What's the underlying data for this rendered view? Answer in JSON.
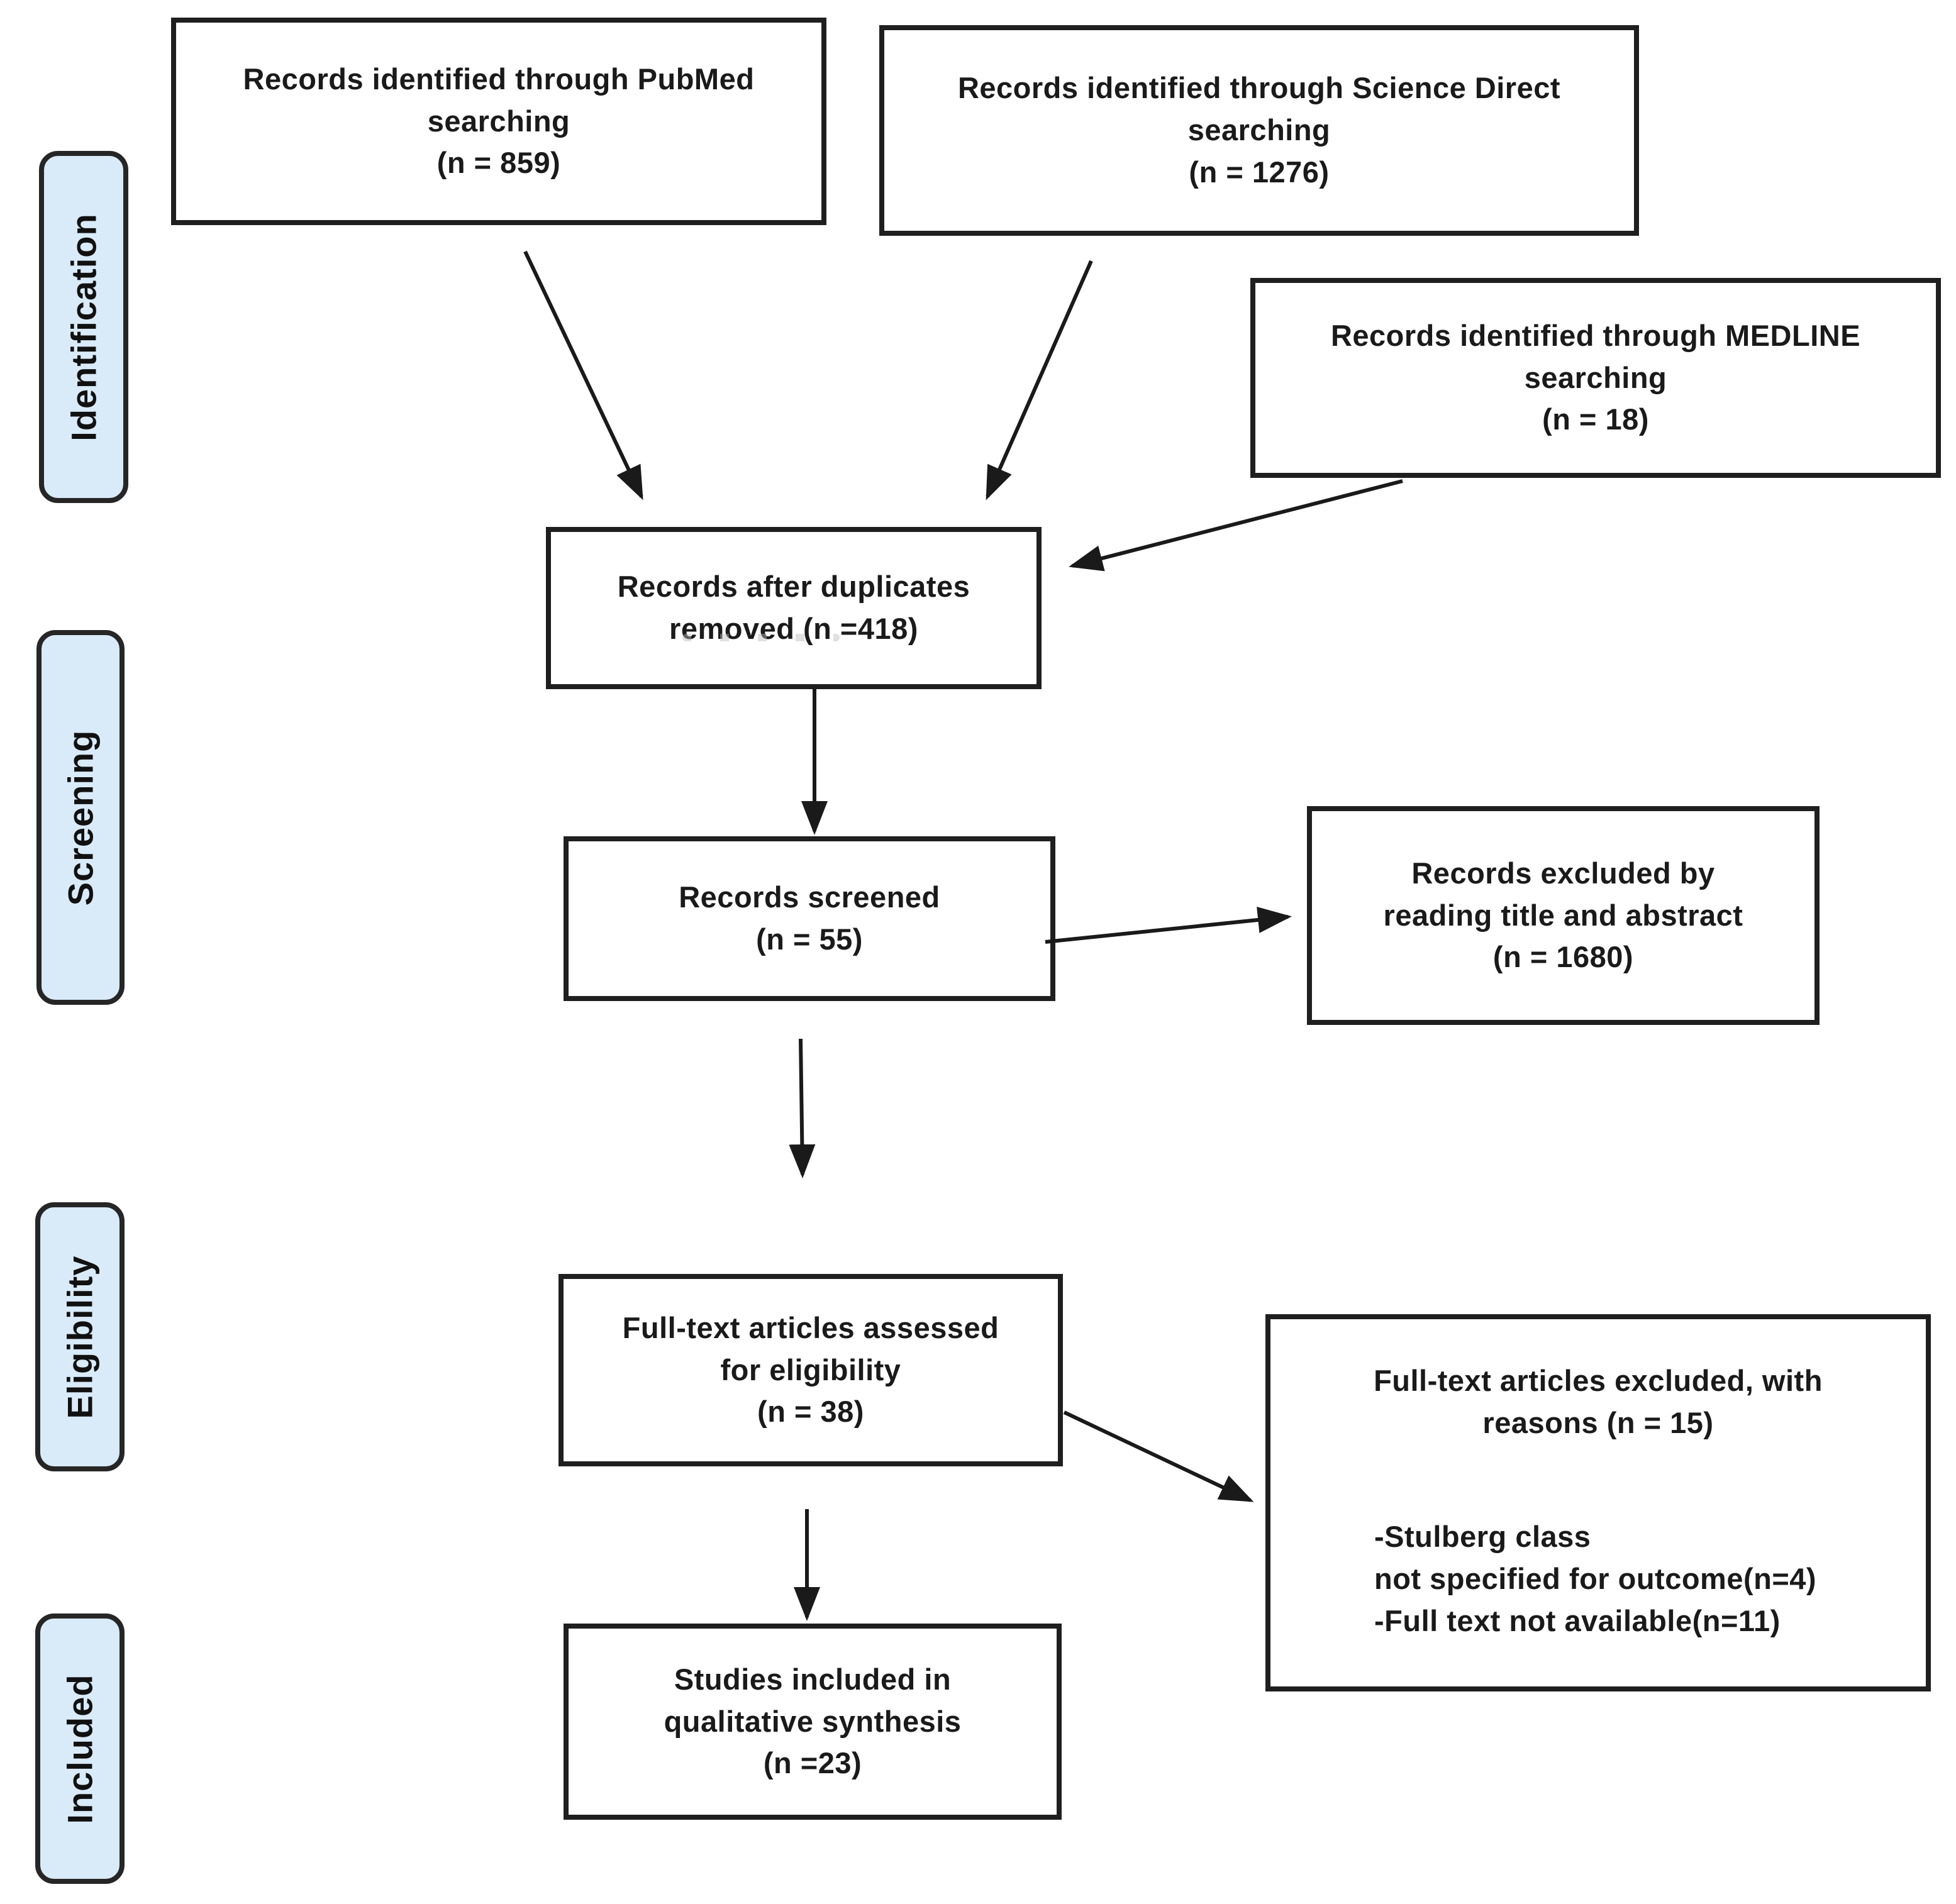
{
  "diagram": {
    "title": "PRISMA study selection flow diagram",
    "stages": [
      {
        "label": "Identification"
      },
      {
        "label": "Screening"
      },
      {
        "label": "Eligibility"
      },
      {
        "label": "Included"
      }
    ],
    "boxes": {
      "pubmed": {
        "lines": [
          "Records identified through PubMed",
          "searching",
          "(n = 859)"
        ]
      },
      "sciencedirect": {
        "lines": [
          "Records identified through Science Direct",
          "searching",
          "(n = 1276)"
        ]
      },
      "medline": {
        "lines": [
          "Records identified through MEDLINE",
          "searching",
          "(n = 18)"
        ]
      },
      "duplicates": {
        "lines": [
          "Records after duplicates",
          "removed (n =418)"
        ]
      },
      "screened": {
        "lines": [
          "Records screened",
          "(n = 55)"
        ]
      },
      "excluded_screening": {
        "lines": [
          "Records excluded by",
          "reading title and abstract",
          "(n = 1680)"
        ]
      },
      "fulltext": {
        "lines": [
          "Full-text articles assessed",
          "for eligibility",
          "(n = 38)"
        ]
      },
      "excluded_fulltext": {
        "heading": [
          "Full-text articles excluded, with",
          "reasons (n = 15)"
        ],
        "reasons": [
          "-Stulberg class",
          "not specified for outcome(n=4)",
          "-Full text not available(n=11)"
        ]
      },
      "included": {
        "lines": [
          "Studies included in",
          "qualitative synthesis",
          "(n =23)"
        ]
      }
    },
    "colors": {
      "stage_fill": "#d9eaf8",
      "stage_border": "#262626",
      "box_border": "#1f1f1f",
      "text": "#1a1a1a",
      "arrow": "#1a1a1a"
    }
  }
}
